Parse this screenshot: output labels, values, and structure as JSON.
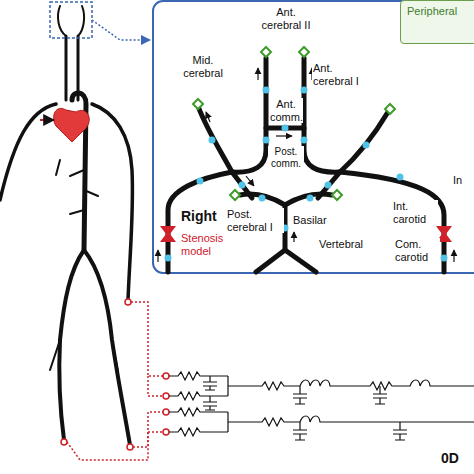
{
  "diagram": {
    "nodes": [
      {
        "text": [
          "Peripheral"
        ]
      }
    ],
    "labels": [
      "Ant. cerebral II",
      "Mid. cerebral",
      "Ant. cerebral I",
      "Ant. comm.",
      "Int. carotid",
      "Post. comm.",
      "Post. cerebral I",
      "Basilar",
      "Vertebral",
      "Right",
      "Stenosis model",
      "Com. carotid",
      "In",
      "0D"
    ]
  }
}
